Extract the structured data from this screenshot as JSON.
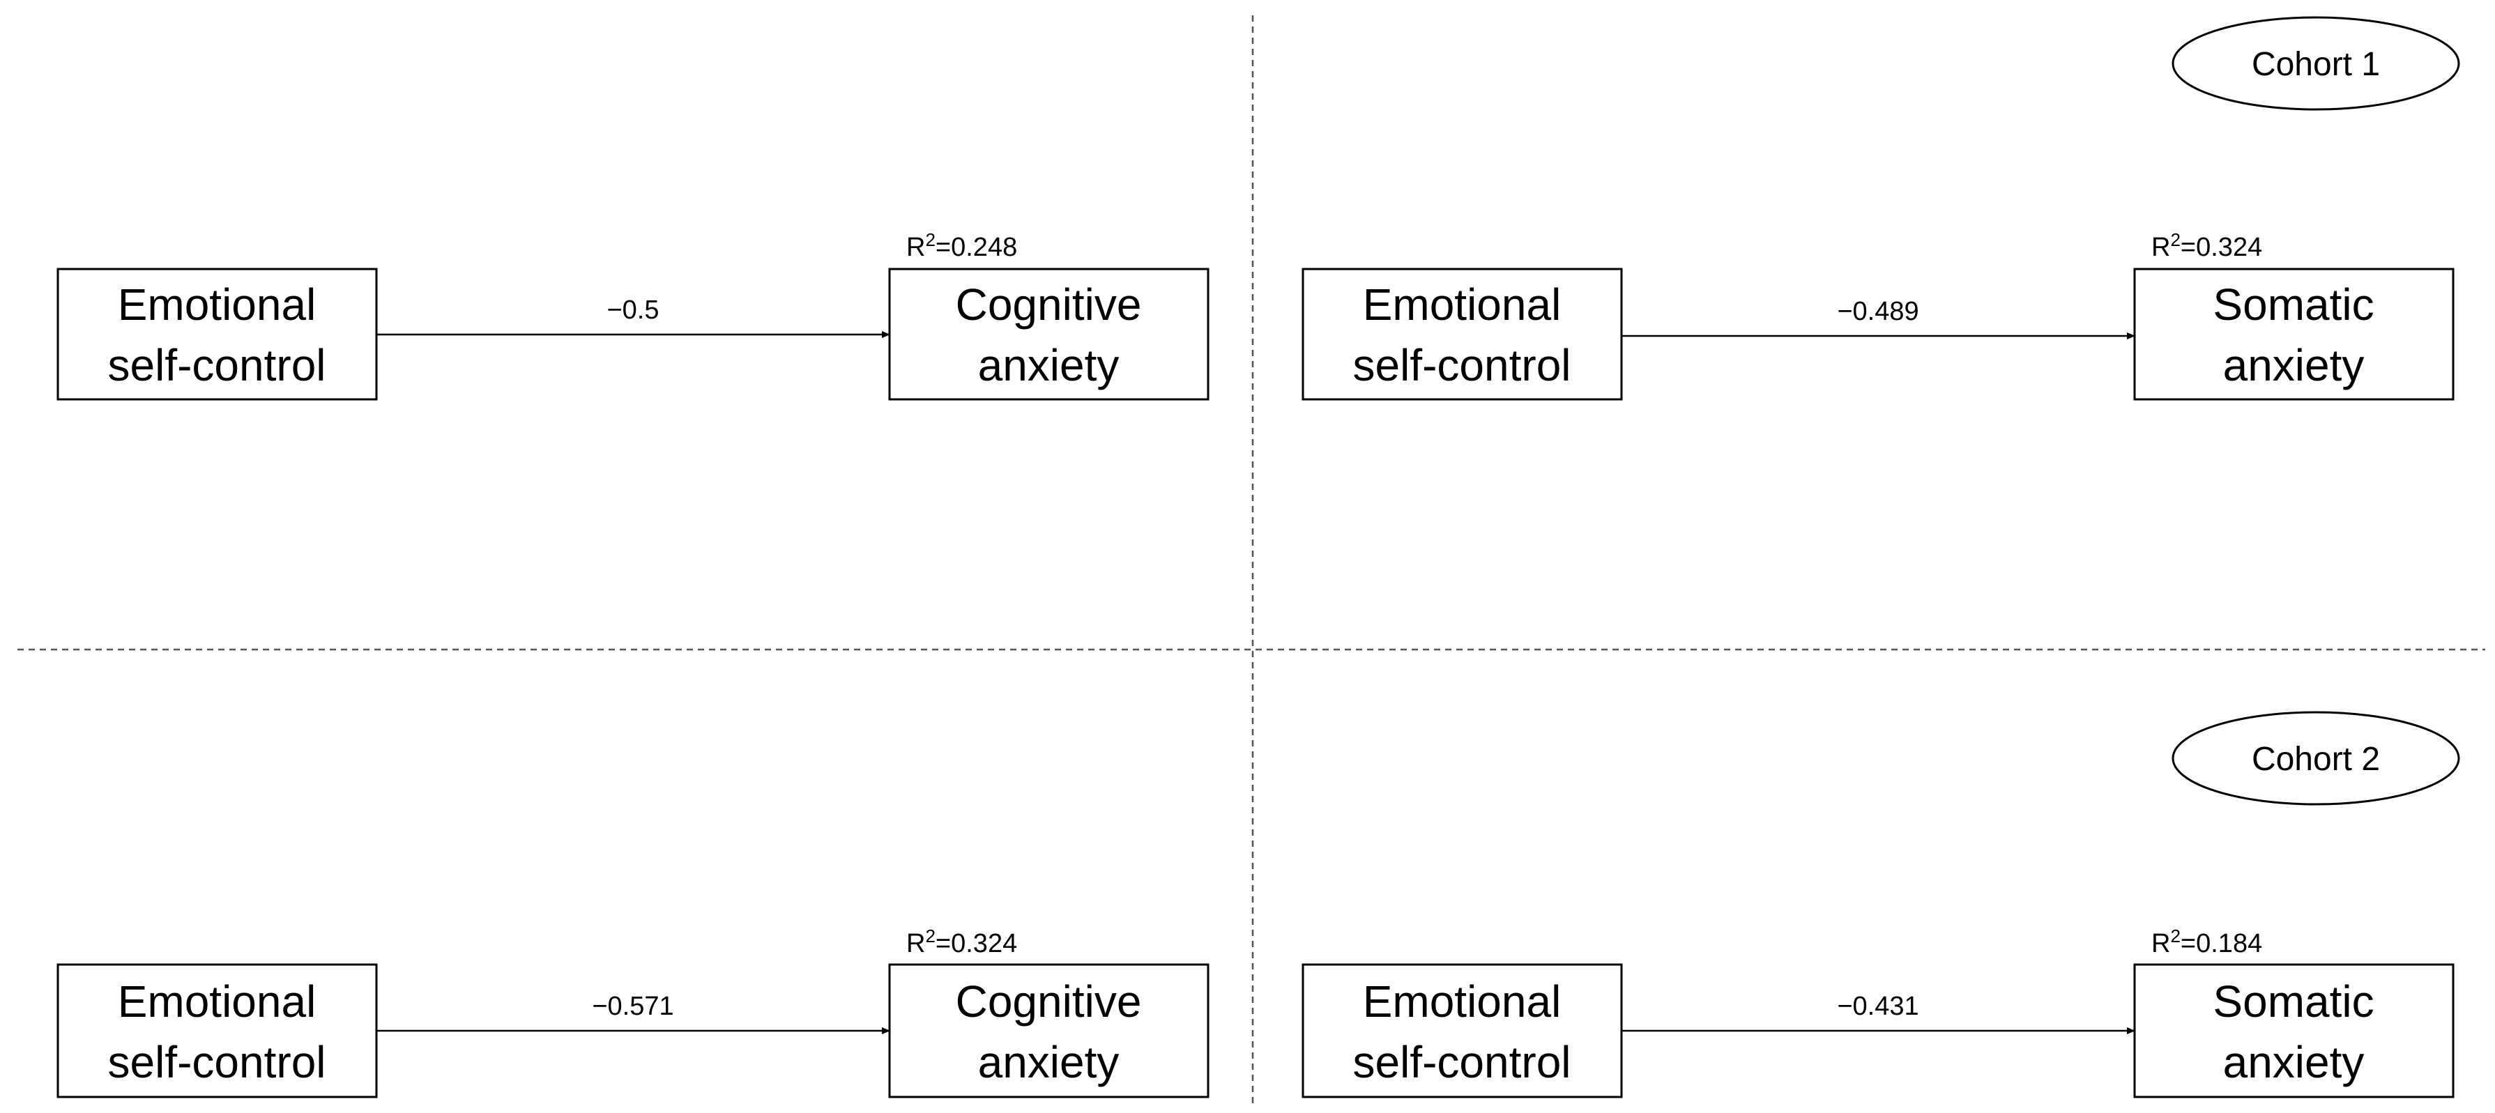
{
  "cohorts": [
    {
      "label": "Cohort 1",
      "panels": [
        {
          "predictor": {
            "line1": "Emotional",
            "line2": "self-control"
          },
          "outcome": {
            "line1": "Cognitive",
            "line2": "anxiety"
          },
          "coefficient": "−0.5",
          "r2_prefix": "R",
          "r2_exp": "2",
          "r2_value": "=0.248"
        },
        {
          "predictor": {
            "line1": "Emotional",
            "line2": "self-control"
          },
          "outcome": {
            "line1": "Somatic",
            "line2": "anxiety"
          },
          "coefficient": "−0.489",
          "r2_prefix": "R",
          "r2_exp": "2",
          "r2_value": "=0.324"
        }
      ]
    },
    {
      "label": "Cohort 2",
      "panels": [
        {
          "predictor": {
            "line1": "Emotional",
            "line2": "self-control"
          },
          "outcome": {
            "line1": "Cognitive",
            "line2": "anxiety"
          },
          "coefficient": "−0.571",
          "r2_prefix": "R",
          "r2_exp": "2",
          "r2_value": "=0.324"
        },
        {
          "predictor": {
            "line1": "Emotional",
            "line2": "self-control"
          },
          "outcome": {
            "line1": "Somatic",
            "line2": "anxiety"
          },
          "coefficient": "−0.431",
          "r2_prefix": "R",
          "r2_exp": "2",
          "r2_value": "=0.184"
        }
      ]
    }
  ]
}
